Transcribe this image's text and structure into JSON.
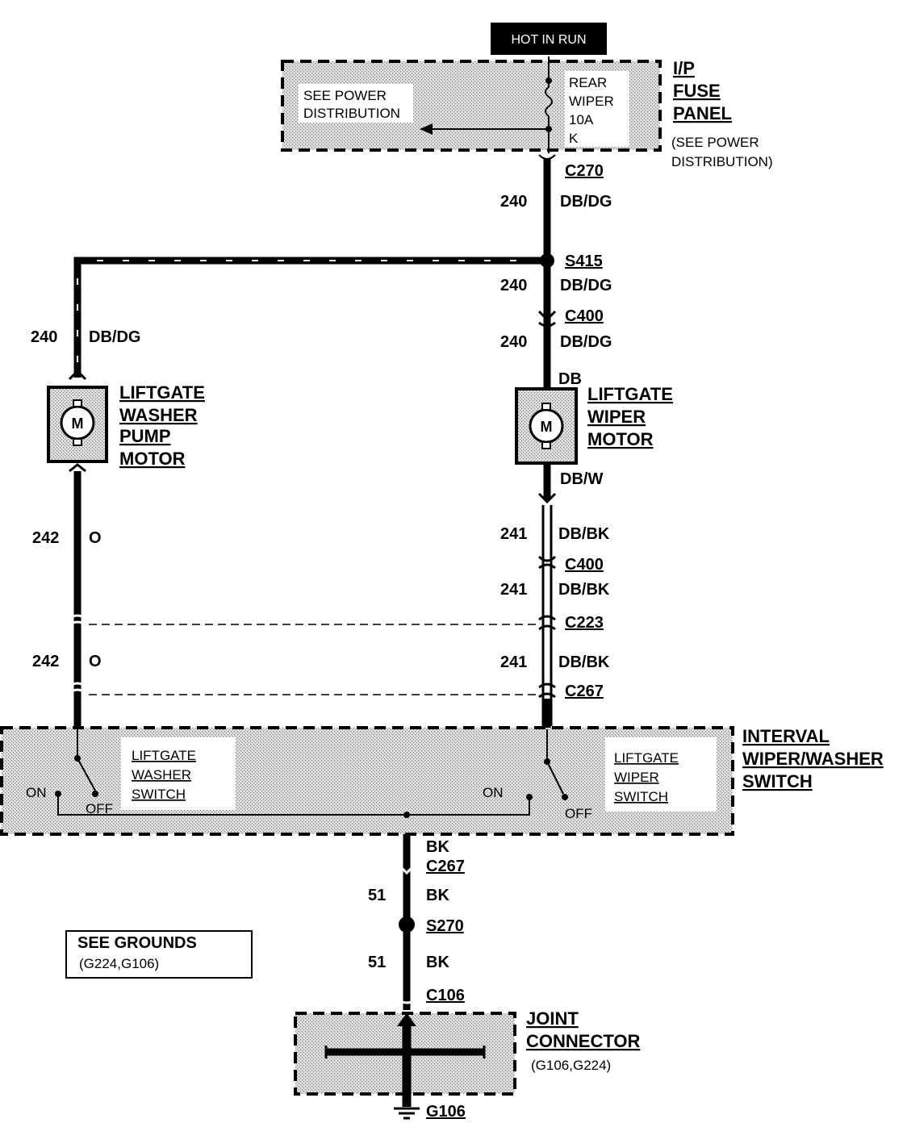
{
  "header": {
    "power_label": "HOT IN RUN"
  },
  "fuse_panel": {
    "title_lines": [
      "I/P",
      "FUSE",
      "PANEL"
    ],
    "note": [
      "(SEE POWER",
      "DISTRIBUTION)"
    ],
    "see_power": [
      "SEE POWER",
      "DISTRIBUTION"
    ],
    "fuse_lines": [
      "REAR",
      "WIPER",
      "10A",
      "K"
    ]
  },
  "connectors": {
    "c270": "C270",
    "s415": "S415",
    "c400a": "C400",
    "c400b": "C400",
    "c223": "C223",
    "c267a": "C267",
    "c267b": "C267",
    "s270": "S270",
    "c106": "C106",
    "g106": "G106"
  },
  "wires": {
    "w1": {
      "circuit": "240",
      "color": "DB/DG"
    },
    "w2": {
      "circuit": "240",
      "color": "DB/DG"
    },
    "w3": {
      "circuit": "240",
      "color": "DB/DG"
    },
    "w4": {
      "circuit": "240",
      "color": "DB/DG"
    },
    "w5": {
      "color": "DB"
    },
    "w6": {
      "color": "DB/W"
    },
    "w7": {
      "circuit": "241",
      "color": "DB/BK"
    },
    "w8": {
      "circuit": "241",
      "color": "DB/BK"
    },
    "w9": {
      "circuit": "241",
      "color": "DB/BK"
    },
    "w10": {
      "circuit": "242",
      "color": "O"
    },
    "w11": {
      "circuit": "242",
      "color": "O"
    },
    "w12": {
      "color": "BK"
    },
    "w13": {
      "circuit": "51",
      "color": "BK"
    },
    "w14": {
      "circuit": "51",
      "color": "BK"
    }
  },
  "components": {
    "washer_pump": [
      "LIFTGATE",
      "WASHER",
      "PUMP",
      "MOTOR"
    ],
    "wiper_motor": [
      "LIFTGATE",
      "WIPER",
      "MOTOR"
    ],
    "motor_symbol": "M",
    "switch_assembly": [
      "INTERVAL",
      "WIPER/WASHER",
      "SWITCH"
    ],
    "washer_switch": [
      "LIFTGATE",
      "WASHER",
      "SWITCH"
    ],
    "wiper_switch": [
      "LIFTGATE",
      "WIPER",
      "SWITCH"
    ],
    "on_label": "ON",
    "off_label": "OFF",
    "joint_connector": [
      "JOINT",
      "CONNECTOR"
    ],
    "joint_note": "(G106,G224)"
  },
  "grounds_note": {
    "title": "SEE GROUNDS",
    "sub": "(G224,G106)"
  }
}
